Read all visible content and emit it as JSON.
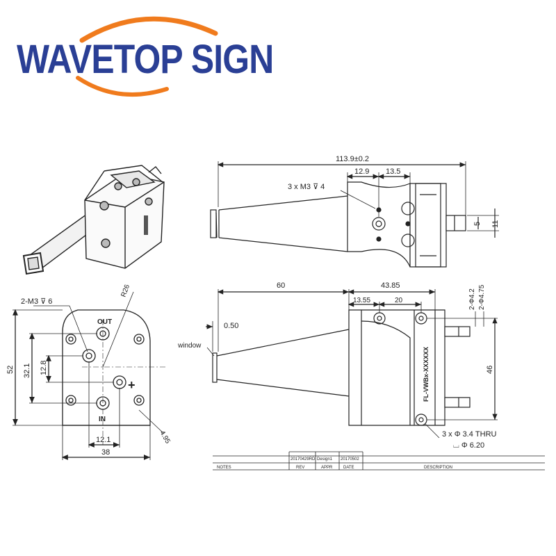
{
  "brand": {
    "logo_text": "WAVETOP SIGN",
    "text_color": "#2a3f95",
    "arc_color": "#f07b1d"
  },
  "top_view": {
    "overall_length": "113.9±0.2",
    "dim_a": "12.9",
    "dim_b": "13.5",
    "hole_note": "3 x M3 ⊽ 4",
    "dim_small": "5",
    "dim_height": "11"
  },
  "front_view": {
    "tap_note": "2-M3 ⊽ 6",
    "radius": "R26",
    "dim_32_1": "32.1",
    "dim_12_8": "12.8",
    "dim_52": "52",
    "dim_12_1": "12.1",
    "dim_38": "38",
    "dim_4_95": "4.95",
    "label_out": "OUT",
    "label_in": "IN",
    "label_plus": "+"
  },
  "side_view": {
    "dim_60": "60",
    "dim_43_85": "43.85",
    "dim_13_55": "13.55",
    "dim_20": "20",
    "dim_0_50": "0.50",
    "window_label": "window",
    "dia_4_2": "2-Φ4.2",
    "dia_4_75": "2-Φ4.75",
    "dim_46": "46",
    "thru_note": "3 x Φ 3.4 THRU",
    "cbore_note": "⌴ Φ 6.20",
    "part_marking": "FL-VWBx-XXXXXX"
  },
  "title_block": {
    "cells": [
      "NOTES",
      "20170429RD",
      "Design1",
      "20170502",
      "REV",
      "APPR",
      "DATE",
      "DESCRIPTION"
    ]
  }
}
